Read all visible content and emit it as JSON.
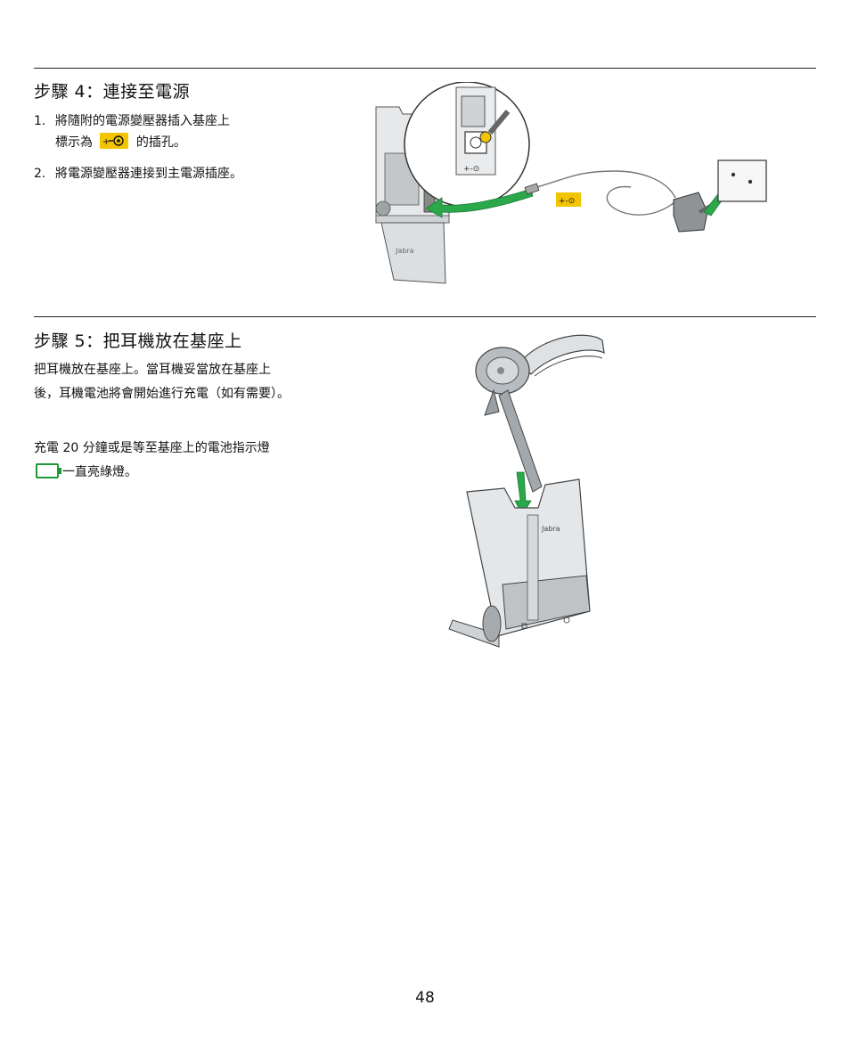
{
  "step4": {
    "title": "步驟 4：連接至電源",
    "items": [
      {
        "num": "1.",
        "line1": "將隨附的電源變壓器插入基座上",
        "line2a": "標示為",
        "line2b": "的插孔。"
      },
      {
        "num": "2.",
        "line1": "將電源變壓器連接到主電源插座。"
      }
    ],
    "figure": {
      "brand": "Jabra",
      "plug_symbol": "+-⊙",
      "icons": [
        "base-station",
        "power-jack",
        "power-adapter",
        "wall-socket"
      ],
      "accent_color": "#2aa84a",
      "badge_color": "#f2c500"
    }
  },
  "step5": {
    "title": "步驟 5：把耳機放在基座上",
    "para1": "把耳機放在基座上。當耳機妥當放在基座上後，耳機電池將會開始進行充電（如有需要）。",
    "para2a": "充電 20 分鐘或是等至基座上的電池指示燈",
    "para2b": "一直亮綠燈。",
    "figure": {
      "brand": "Jabra",
      "icons": [
        "headset",
        "charging-base",
        "battery-icon"
      ],
      "accent_color": "#2aa84a"
    }
  },
  "page_number": "48"
}
